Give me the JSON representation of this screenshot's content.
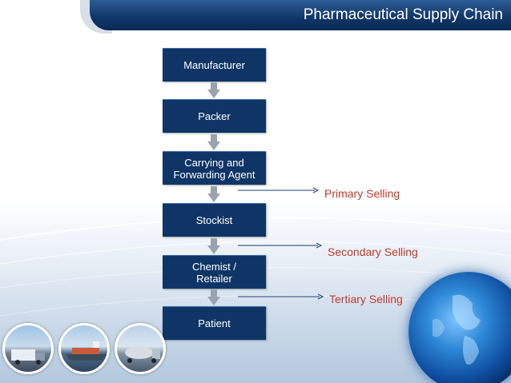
{
  "header": {
    "title": "Pharmaceutical Supply Chain"
  },
  "flow": {
    "steps": [
      {
        "label": "Manufacturer"
      },
      {
        "label": "Packer"
      },
      {
        "label": "Carrying and\nForwarding Agent"
      },
      {
        "label": "Stockist"
      },
      {
        "label": "Chemist /\nRetailer"
      },
      {
        "label": "Patient"
      }
    ]
  },
  "selling": {
    "primary": "Primary Selling",
    "secondary": "Secondary Selling",
    "tertiary": "Tertiary Selling"
  },
  "colors": {
    "box": "#0f3566",
    "header": "#0f3566",
    "selling_text": "#c0392b",
    "arrow": "#9aa3ad"
  },
  "decorations": {
    "bubbles": [
      "truck-image",
      "ship-image",
      "tanker-truck-image"
    ],
    "globe": "globe-image"
  }
}
